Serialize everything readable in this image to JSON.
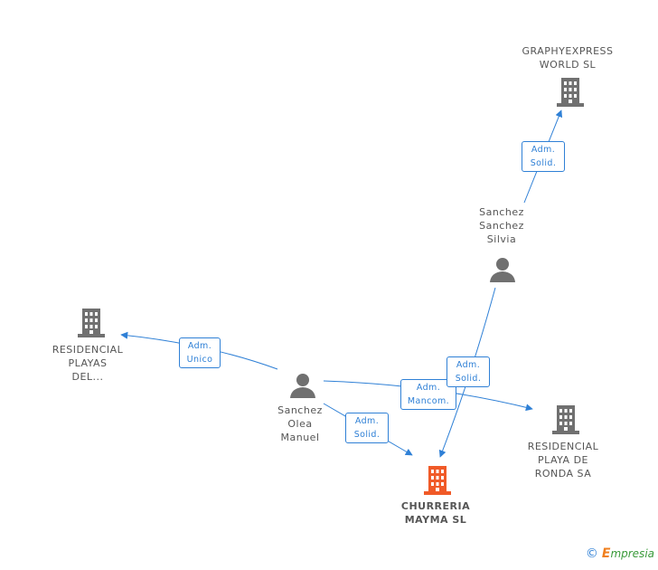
{
  "colors": {
    "edge": "#2f80d6",
    "node_icon": "#707070",
    "focus_icon": "#f05a28"
  },
  "nodes": {
    "graphyexpress": {
      "type": "company",
      "lines": [
        "GRAPHYEXPRESS",
        "WORLD SL"
      ]
    },
    "silvia": {
      "type": "person",
      "lines": [
        "Sanchez",
        "Sanchez",
        "Silvia"
      ]
    },
    "residencial_playas": {
      "type": "company",
      "lines": [
        "RESIDENCIAL",
        "PLAYAS",
        "DEL..."
      ]
    },
    "manuel": {
      "type": "person",
      "lines": [
        "Sanchez",
        "Olea",
        "Manuel"
      ]
    },
    "residencial_ronda": {
      "type": "company",
      "lines": [
        "RESIDENCIAL",
        "PLAYA DE",
        "RONDA SA"
      ]
    },
    "churreria": {
      "type": "company",
      "focus": true,
      "lines": [
        "CHURRERIA",
        "MAYMA SL"
      ]
    }
  },
  "edges": [
    {
      "from": "silvia",
      "to": "graphyexpress",
      "label": [
        "Adm.",
        "Solid."
      ]
    },
    {
      "from": "manuel",
      "to": "residencial_playas",
      "label": [
        "Adm.",
        "Unico"
      ]
    },
    {
      "from": "manuel",
      "to": "residencial_ronda",
      "label": [
        "Adm.",
        "Mancom."
      ]
    },
    {
      "from": "manuel",
      "to": "churreria",
      "label": [
        "Adm.",
        "Solid."
      ]
    },
    {
      "from": "silvia",
      "to": "churreria",
      "label": [
        "Adm.",
        "Solid."
      ]
    }
  ],
  "footer": {
    "copyright": "©",
    "brand_initial": "E",
    "brand_rest": "mpresia"
  }
}
